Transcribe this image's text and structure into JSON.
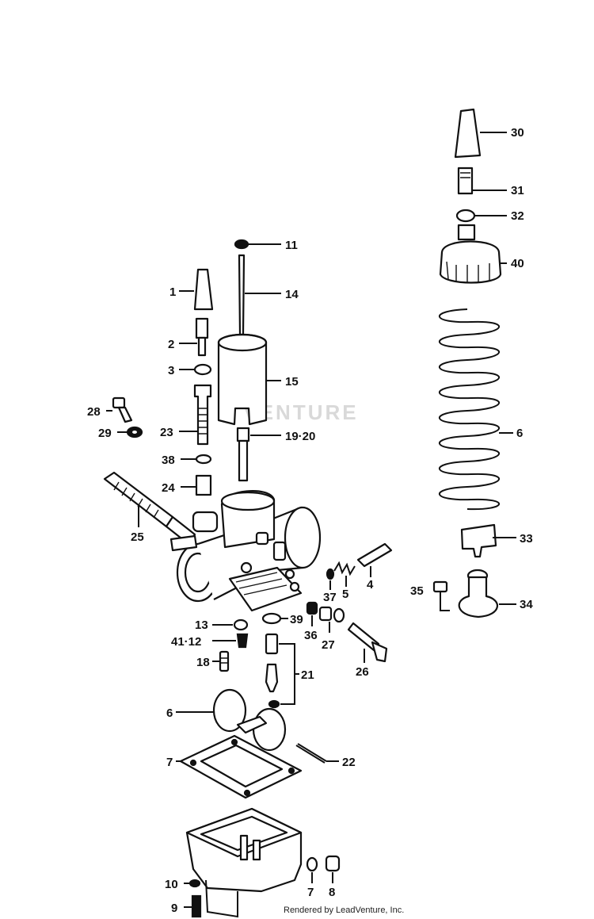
{
  "watermark": "VENTURE",
  "credit": "Rendered by LeadVenture, Inc.",
  "labels": {
    "l1": "1",
    "l2": "2",
    "l3": "3",
    "l4": "4",
    "l5": "5",
    "l6": "6",
    "l6b": "6",
    "l7": "7",
    "l7b": "7",
    "l8": "8",
    "l9": "9",
    "l10": "10",
    "l11": "11",
    "l13": "13",
    "l14": "14",
    "l15": "15",
    "l18": "18",
    "l1920": "19·20",
    "l21": "21",
    "l22": "22",
    "l23": "23",
    "l24": "24",
    "l25": "25",
    "l26": "26",
    "l27": "27",
    "l28": "28",
    "l29": "29",
    "l30": "30",
    "l31": "31",
    "l32": "32",
    "l33": "33",
    "l34": "34",
    "l35": "35",
    "l36": "36",
    "l37": "37",
    "l38": "38",
    "l39": "39",
    "l40": "40",
    "l4112": "41·12"
  }
}
